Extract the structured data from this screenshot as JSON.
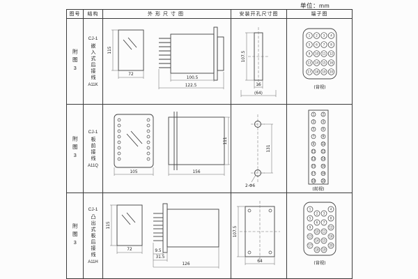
{
  "page": {
    "unit_label": "单位：mm"
  },
  "headers": {
    "fig_no": "图号",
    "structure": "结构",
    "outline": "外形尺寸图",
    "mounting": "安装开孔尺寸图",
    "terminal": "端子图"
  },
  "rows": [
    {
      "fig_no": "附图3",
      "structure": {
        "model": "CJ-1",
        "type": "嵌入式后接线",
        "code": "A11K"
      },
      "outline": {
        "height": "115",
        "width": "72",
        "depth_body": "100.5",
        "depth_total": "122.5"
      },
      "mounting": {
        "height": "107.5",
        "width": "16",
        "spacing": "(64)"
      },
      "terminal": {
        "numbers": [
          "1",
          "2",
          "3",
          "4",
          "5",
          "6",
          "7",
          "8",
          "9",
          "10",
          "11",
          "12",
          "13",
          "14",
          "15",
          "16",
          "17",
          "18",
          "19",
          "20"
        ],
        "view": "(背视)"
      }
    },
    {
      "fig_no": "附图3",
      "structure": {
        "model": "CJ-1",
        "type": "板前接线",
        "code": "A11Q"
      },
      "outline": {
        "width": "105",
        "depth": "156",
        "height": "111"
      },
      "mounting": {
        "holes": "2-Φ6",
        "pitch": "131"
      },
      "terminal": {
        "numbers": [
          "1",
          "2",
          "3",
          "4",
          "5",
          "6",
          "7",
          "8",
          "9",
          "10",
          "11",
          "12",
          "13",
          "14",
          "15",
          "16",
          "17",
          "18",
          "19",
          "20"
        ],
        "view": "(前视)"
      }
    },
    {
      "fig_no": "附图3",
      "structure": {
        "model": "CJ-1",
        "type": "凸出式板后接线",
        "code": "A11H"
      },
      "outline": {
        "height": "115",
        "width": "72",
        "pin_len": "9.5",
        "front_len": "31.5",
        "depth_total": "126"
      },
      "mounting": {
        "height": "107.5",
        "width": "64"
      },
      "terminal": {
        "numbers": [
          "1",
          "2",
          "3",
          "4",
          "5",
          "6",
          "7",
          "8",
          "9",
          "10",
          "11",
          "12",
          "13",
          "14",
          "15",
          "16",
          "17",
          "18",
          "19",
          "20"
        ],
        "view": "(背视)"
      }
    }
  ]
}
